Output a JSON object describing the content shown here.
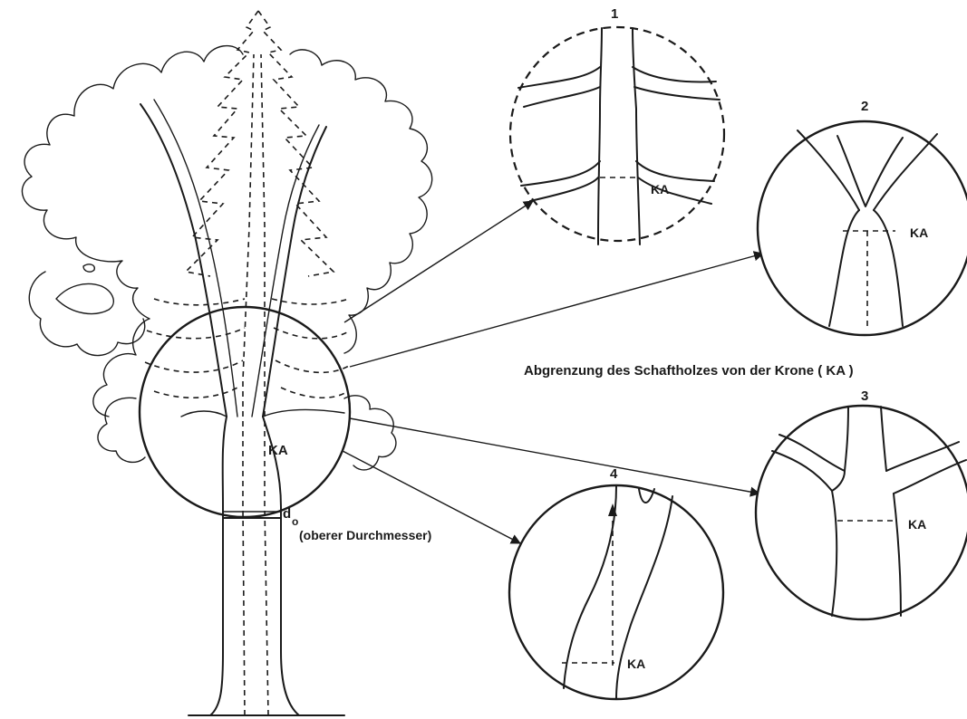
{
  "figure": {
    "caption": "Abgrenzung des Schaftholzes von der Krone ( KA )",
    "main_tree": {
      "crown_base_label": "KA",
      "diameter_symbol": "d",
      "diameter_subscript": "o",
      "diameter_caption": "(oberer Durchmesser)"
    },
    "insets": [
      {
        "number": "1",
        "label": "KA"
      },
      {
        "number": "2",
        "label": "KA"
      },
      {
        "number": "3",
        "label": "KA"
      },
      {
        "number": "4",
        "label": "KA"
      }
    ]
  }
}
